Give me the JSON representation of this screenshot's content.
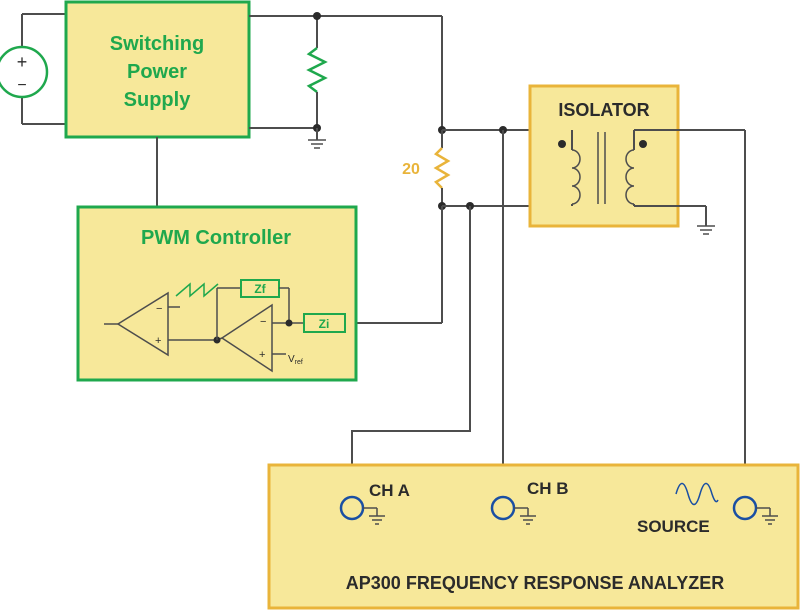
{
  "power_supply": {
    "line1": "Switching",
    "line2": "Power",
    "line3": "Supply"
  },
  "pwm": {
    "title": "PWM Controller",
    "zf_label": "Zf",
    "zi_label": "Zi",
    "vref_label": "V",
    "vref_sub": "ref"
  },
  "injection_resistor": {
    "value": "20"
  },
  "isolator": {
    "title": "ISOLATOR"
  },
  "analyzer": {
    "title": "AP300 FREQUENCY RESPONSE ANALYZER",
    "ch_a": "CH A",
    "ch_b": "CH B",
    "source": "SOURCE"
  },
  "source_symbols": {
    "plus": "+",
    "minus": "−"
  },
  "opamp_symbols": {
    "minus": "−",
    "plus": "+"
  },
  "colors": {
    "accent_green": "#1fa84d",
    "box_fill": "#f7e89a",
    "orange": "#e9b43a",
    "connector_blue": "#1a4fa3"
  }
}
